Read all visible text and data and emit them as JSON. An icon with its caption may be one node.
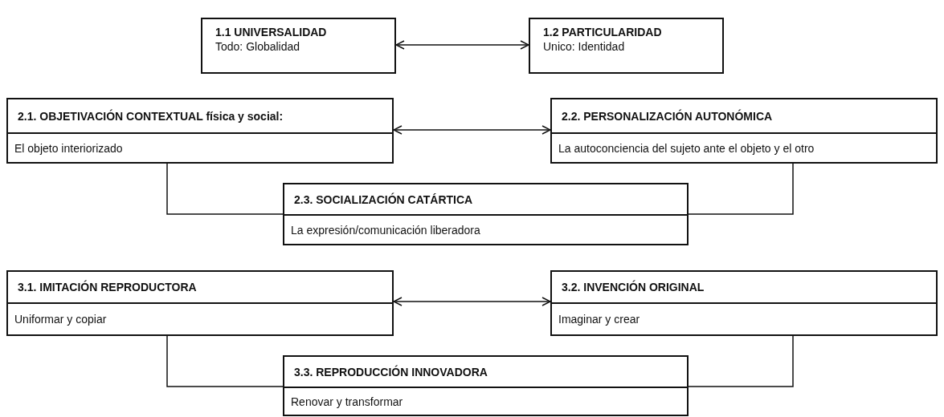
{
  "diagram": {
    "nodes": [
      {
        "text": [
          "1.1  UNIVERSALIDAD",
          "Todo: Globalidad"
        ]
      },
      {
        "text": [
          "1.2 PARTICULARIDAD",
          "Unico: Identidad"
        ]
      },
      {
        "text": [
          "2.1. OBJETIVACIÓN CONTEXTUAL física y social:",
          "El objeto interiorizado"
        ]
      },
      {
        "text": [
          "2.2. PERSONALIZACIÓN AUTONÓMICA",
          "La autoconciencia del sujeto ante el objeto y el otro"
        ]
      },
      {
        "text": [
          "2.3. SOCIALIZACIÓN CATÁRTICA",
          "La expresión/comunicación liberadora"
        ]
      },
      {
        "text": [
          "3.1. IMITACIÓN REPRODUCTORA",
          "Uniformar y copiar"
        ]
      },
      {
        "text": [
          "3.2. INVENCIÓN ORIGINAL",
          "Imaginar y crear"
        ]
      },
      {
        "text": [
          "3.3. REPRODUCCIÓN INNOVADORA",
          "Renovar y transformar"
        ]
      }
    ],
    "edges": [
      {
        "from": 0,
        "to": 1,
        "arrow": "both"
      },
      {
        "from": 2,
        "to": 3,
        "arrow": "both"
      },
      {
        "from": 2,
        "to": 4,
        "arrow": "none"
      },
      {
        "from": 3,
        "to": 4,
        "arrow": "none"
      },
      {
        "from": 5,
        "to": 6,
        "arrow": "both"
      },
      {
        "from": 5,
        "to": 7,
        "arrow": "none"
      },
      {
        "from": 6,
        "to": 7,
        "arrow": "none"
      }
    ]
  }
}
